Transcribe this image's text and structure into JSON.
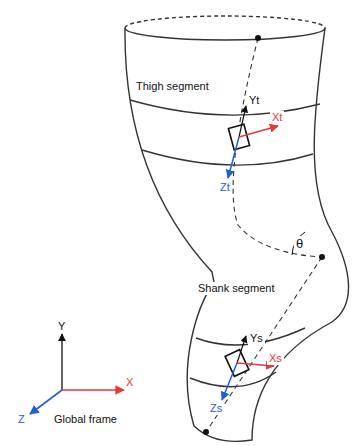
{
  "diagram": {
    "labels": [
      "Thigh segment",
      "Yt",
      "Xt",
      "Zt",
      "θ",
      "Shank segment",
      "Ys",
      "Xs",
      "Zs",
      "Y",
      "X",
      "Z",
      "Global frame"
    ]
  }
}
